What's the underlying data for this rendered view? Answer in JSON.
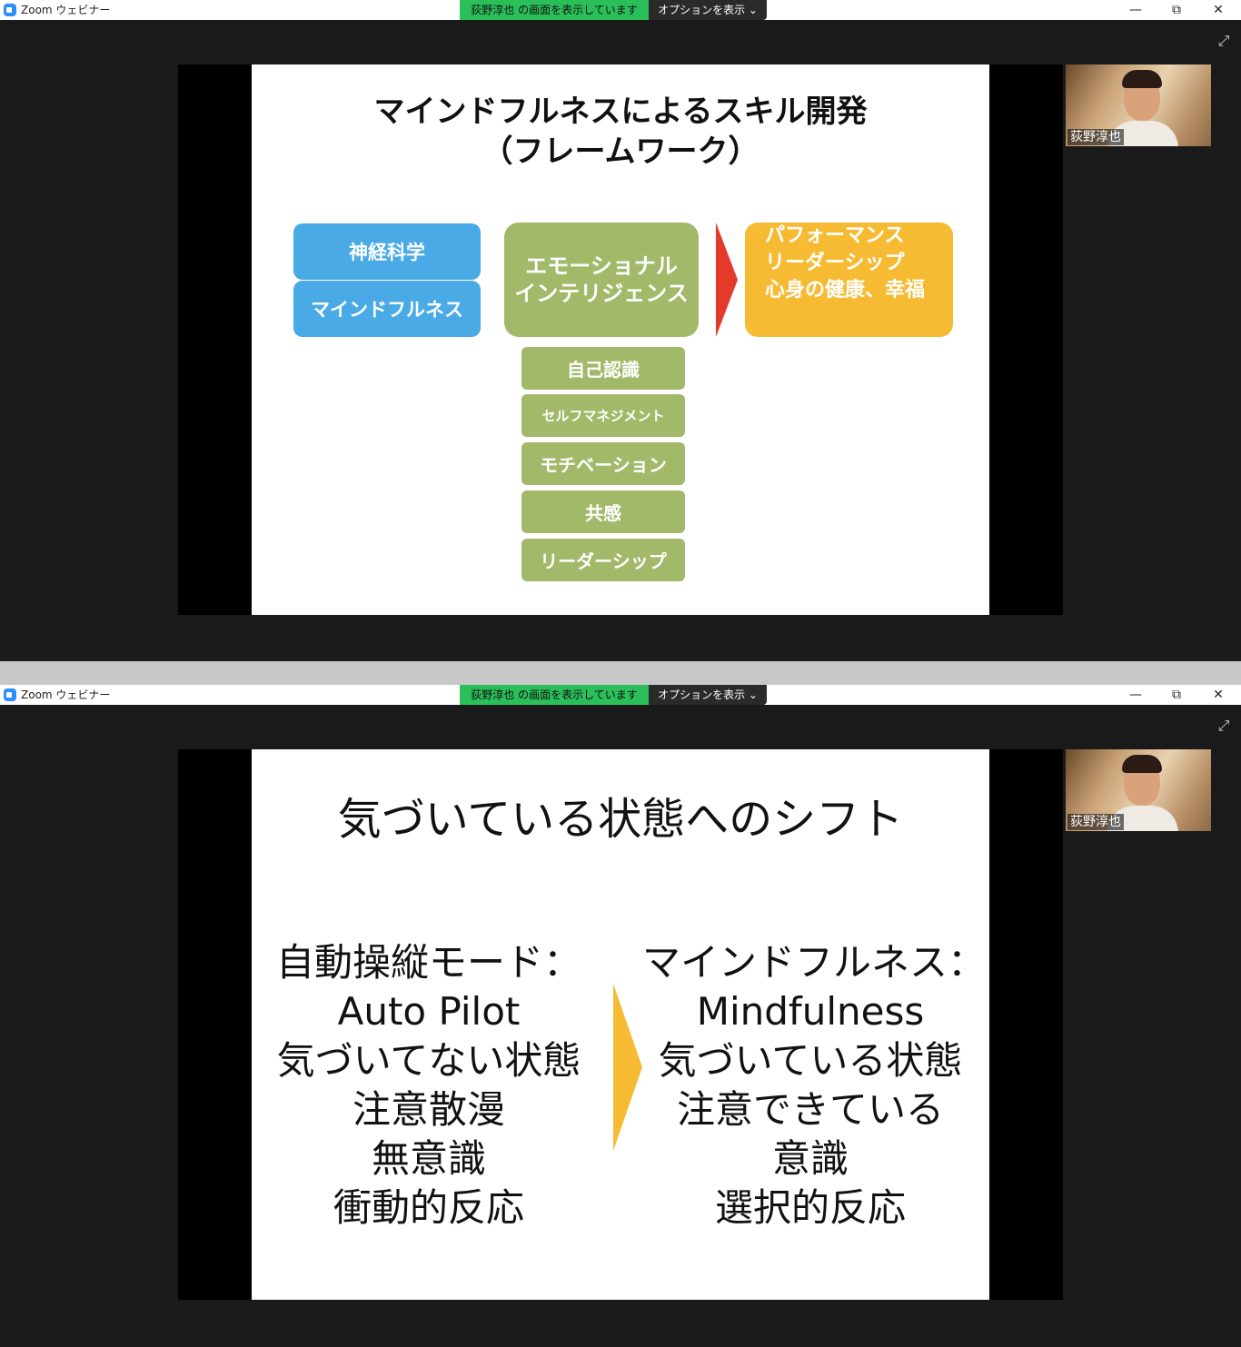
{
  "window": {
    "app_title": "Zoom ウェビナー",
    "share_banner": "荻野淳也 の画面を表示しています",
    "options_label": "オプションを表示 ⌄",
    "minimize": "—",
    "restore": "⧉",
    "close": "✕",
    "expand": "⤢"
  },
  "participant": {
    "name": "荻野淳也"
  },
  "slide1": {
    "title_line1": "マインドフルネスによるスキル開発",
    "title_line2": "（フレームワーク）",
    "blue_boxes": [
      "神経科学",
      "マインドフルネス"
    ],
    "ei_line1": "エモーショナル",
    "ei_line2": "インテリジェンス",
    "ei_items": [
      "自己認識",
      "セルフマネジメント",
      "モチベーション",
      "共感",
      "リーダーシップ"
    ],
    "outcome_lines": [
      "パフォーマンス",
      "リーダーシップ",
      "心身の健康、幸福"
    ]
  },
  "slide2": {
    "title": "気づいている状態へのシフト",
    "left": [
      "自動操縦モード：",
      "Auto Pilot",
      "気づいてない状態",
      "注意散漫",
      "無意識",
      "衝動的反応"
    ],
    "right": [
      "マインドフルネス：",
      "Mindfulness",
      "気づいている状態",
      "注意できている",
      "意識",
      "選択的反応"
    ]
  },
  "colors": {
    "blue": "#4aaae5",
    "green": "#a2b969",
    "orange": "#f6bb33",
    "red": "#e43a2c",
    "zoom_green": "#2bbf5a"
  }
}
